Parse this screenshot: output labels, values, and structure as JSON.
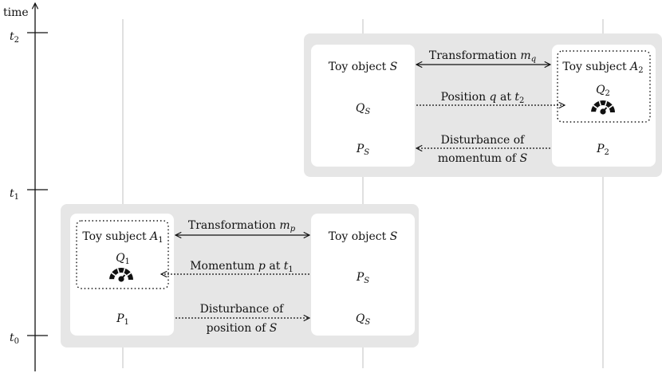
{
  "axis": {
    "title": "time",
    "ticks": [
      {
        "name": "t",
        "sub": "2"
      },
      {
        "name": "t",
        "sub": "1"
      },
      {
        "name": "t",
        "sub": "0"
      }
    ]
  },
  "upper_panel": {
    "left_box": {
      "title": {
        "text": "Toy object ",
        "var": "S"
      },
      "row2": {
        "var": "Q",
        "sub": "S"
      },
      "row3": {
        "var": "P",
        "sub": "S"
      }
    },
    "right_box": {
      "title": {
        "text": "Toy subject ",
        "var": "A",
        "sub": "2"
      },
      "quantity": {
        "var": "Q",
        "sub": "2"
      },
      "bottom": {
        "var": "P",
        "sub": "2"
      }
    },
    "arrows": {
      "transformation": {
        "text": "Transformation ",
        "var": "m",
        "sub": "q"
      },
      "position": {
        "text": "Position ",
        "var": "q",
        "mid": " at ",
        "var2": "t",
        "sub": "2"
      },
      "disturbance_line1": "Disturbance of",
      "disturbance_line2": {
        "text": "momentum of ",
        "var": "S"
      }
    }
  },
  "lower_panel": {
    "left_box": {
      "title": {
        "text": "Toy subject ",
        "var": "A",
        "sub": "1"
      },
      "quantity": {
        "var": "Q",
        "sub": "1"
      },
      "bottom": {
        "var": "P",
        "sub": "1"
      }
    },
    "right_box": {
      "title": {
        "text": "Toy object ",
        "var": "S"
      },
      "row2": {
        "var": "P",
        "sub": "S"
      },
      "row3": {
        "var": "Q",
        "sub": "S"
      }
    },
    "arrows": {
      "transformation": {
        "text": "Transformation ",
        "var": "m",
        "sub": "p"
      },
      "momentum": {
        "text": "Momentum ",
        "var": "p",
        "mid": " at ",
        "var2": "t",
        "sub": "1"
      },
      "disturbance_line1": "Disturbance of",
      "disturbance_line2": {
        "text": "position of ",
        "var": "S"
      }
    }
  },
  "icons": {
    "meter": "speedometer-icon"
  },
  "colors": {
    "panel": "#e6e6e6",
    "box": "#ffffff",
    "grid": "#cccccc",
    "ink": "#111111"
  }
}
